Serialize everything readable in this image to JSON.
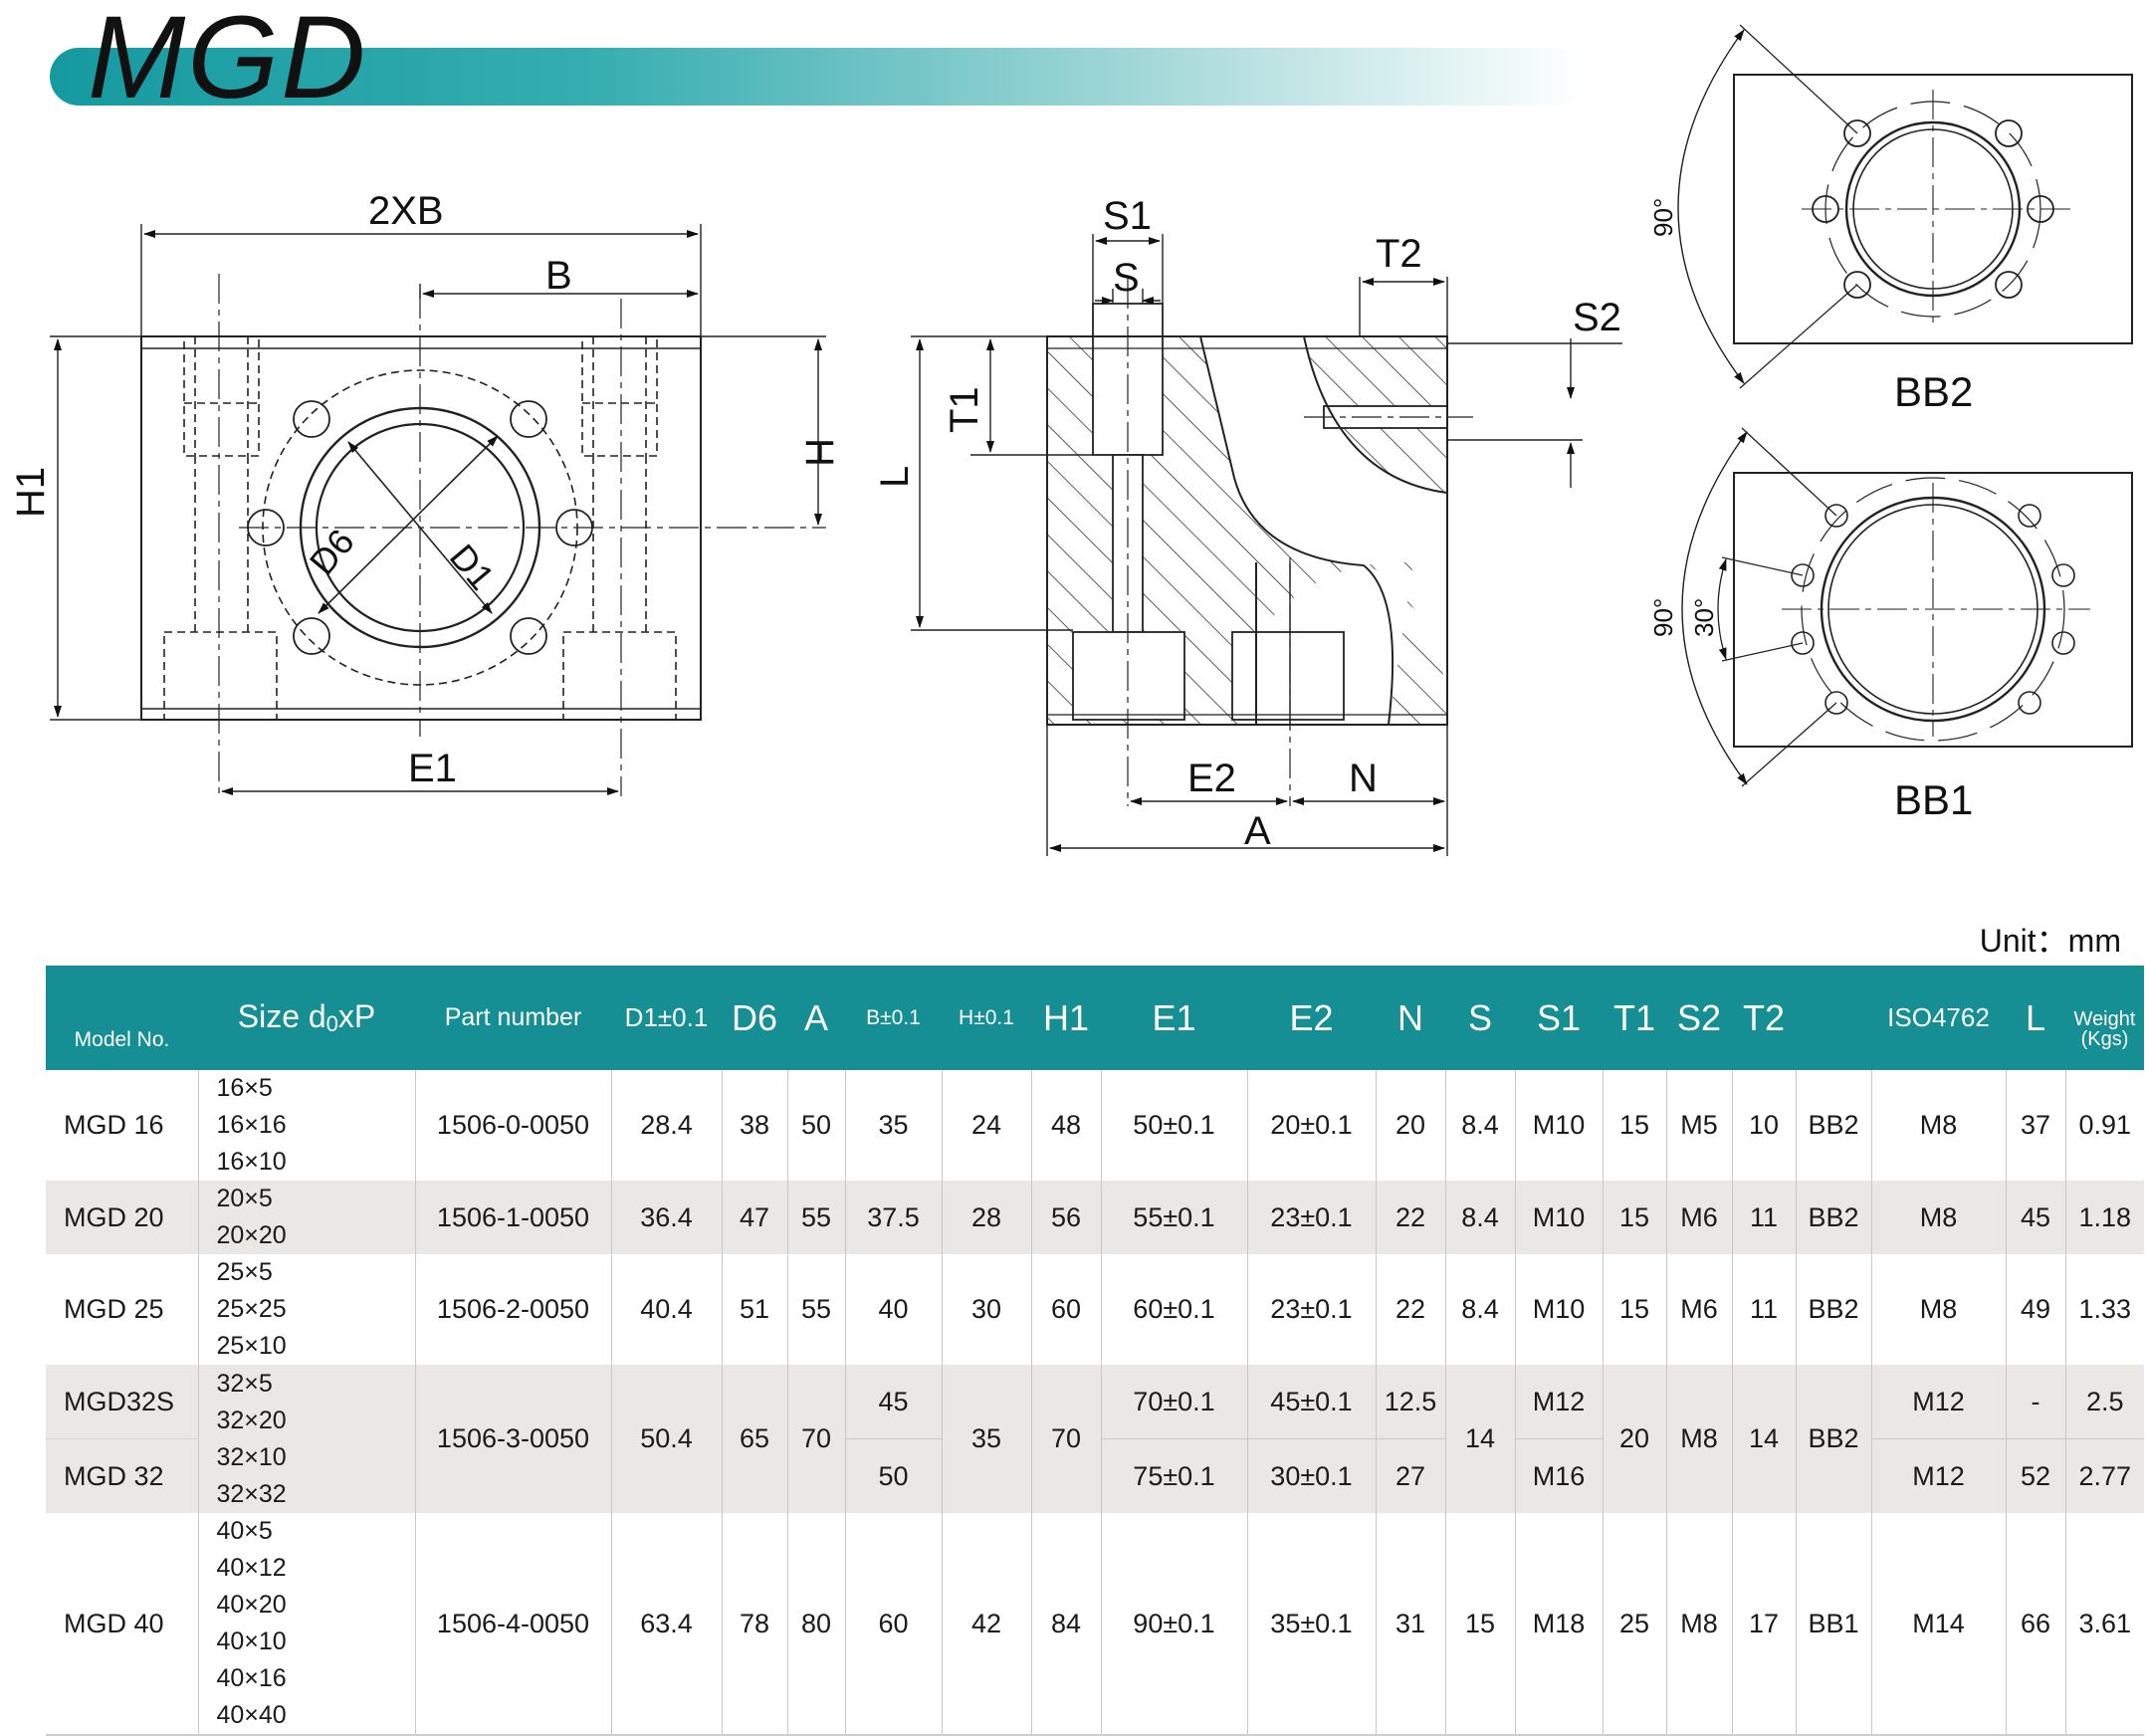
{
  "header": {
    "title": "MGD"
  },
  "drawing": {
    "labels": {
      "two_xb": "2XB",
      "b": "B",
      "h": "H",
      "h1": "H1",
      "d6": "D6",
      "d1": "D1",
      "e1": "E1",
      "s1": "S1",
      "s": "S",
      "t2": "T2",
      "s2": "S2",
      "t1": "T1",
      "l": "L",
      "e2": "E2",
      "n": "N",
      "a": "A",
      "bb2": "BB2",
      "bb1": "BB1",
      "angle_90a": "90°",
      "angle_90b": "90°",
      "angle_30": "30°"
    }
  },
  "unit_label": "Unit：mm",
  "table": {
    "headers": {
      "model": "Model No.",
      "size": "Size d",
      "size_sub": "0",
      "size_tail": "xP",
      "part": "Part number",
      "d1": "D1±0.1",
      "d6": "D6",
      "a": "A",
      "b": "B±0.1",
      "h": "H±0.1",
      "h1": "H1",
      "e1": "E1",
      "e2": "E2",
      "n": "N",
      "s": "S",
      "s1": "S1",
      "t1": "T1",
      "s2": "S2",
      "t2": "T2",
      "iso": "ISO4762",
      "l": "L",
      "weight": "Weight",
      "weight_unit": "(Kgs)"
    },
    "rows": [
      {
        "model": "MGD 16",
        "size_a": [
          "16×5",
          "16×16"
        ],
        "size_b": [
          "16×10"
        ],
        "part": "1506-0-0050",
        "d1": "28.4",
        "d6": "38",
        "a": "50",
        "b": "35",
        "h": "24",
        "h1": "48",
        "e1": "50±0.1",
        "e2": "20±0.1",
        "n": "20",
        "s": "8.4",
        "s1": "M10",
        "t1": "15",
        "s2": "M5",
        "t2": "10",
        "bb": "BB2",
        "iso": "M8",
        "l": "37",
        "weight": "0.91"
      },
      {
        "model": "MGD 20",
        "size_a": [
          "20×5"
        ],
        "size_b": [
          "20×20"
        ],
        "part": "1506-1-0050",
        "d1": "36.4",
        "d6": "47",
        "a": "55",
        "b": "37.5",
        "h": "28",
        "h1": "56",
        "e1": "55±0.1",
        "e2": "23±0.1",
        "n": "22",
        "s": "8.4",
        "s1": "M10",
        "t1": "15",
        "s2": "M6",
        "t2": "11",
        "bb": "BB2",
        "iso": "M8",
        "l": "45",
        "weight": "1.18"
      },
      {
        "model": "MGD 25",
        "size_a": [
          "25×5",
          "25×25"
        ],
        "size_b": [
          "25×10"
        ],
        "part": "1506-2-0050",
        "d1": "40.4",
        "d6": "51",
        "a": "55",
        "b": "40",
        "h": "30",
        "h1": "60",
        "e1": "60±0.1",
        "e2": "23±0.1",
        "n": "22",
        "s": "8.4",
        "s1": "M10",
        "t1": "15",
        "s2": "M6",
        "t2": "11",
        "bb": "BB2",
        "iso": "M8",
        "l": "49",
        "weight": "1.33"
      },
      {
        "model": "MGD32S",
        "size_a": [
          "32×5",
          "32×20"
        ],
        "size_b": [
          "32×10",
          "32×32"
        ],
        "part": "1506-3-0050",
        "d1": "50.4",
        "d6": "65",
        "a": "70",
        "b": "45",
        "h": "35",
        "h1": "70",
        "e1": "70±0.1",
        "e2": "45±0.1",
        "n": "12.5",
        "s": "14",
        "s1": "M12",
        "t1": "20",
        "s2": "M8",
        "t2": "14",
        "bb": "BB2",
        "iso": "M12",
        "l": "-",
        "weight": "2.5"
      },
      {
        "model": "MGD 32",
        "b": "50",
        "e1": "75±0.1",
        "e2": "30±0.1",
        "n": "27",
        "s1": "M16",
        "iso": "M12",
        "l": "52",
        "weight": "2.77"
      },
      {
        "model": "MGD 40",
        "size_a": [
          "40×5",
          "40×12",
          "40×20"
        ],
        "size_b": [
          "40×10",
          "40×16",
          "40×40"
        ],
        "part": "1506-4-0050",
        "d1": "63.4",
        "d6": "78",
        "a": "80",
        "b": "60",
        "h": "42",
        "h1": "84",
        "e1": "90±0.1",
        "e2": "35±0.1",
        "n": "31",
        "s": "15",
        "s1": "M18",
        "t1": "25",
        "s2": "M8",
        "t2": "17",
        "bb": "BB1",
        "iso": "M14",
        "l": "66",
        "weight": "3.61"
      }
    ]
  }
}
